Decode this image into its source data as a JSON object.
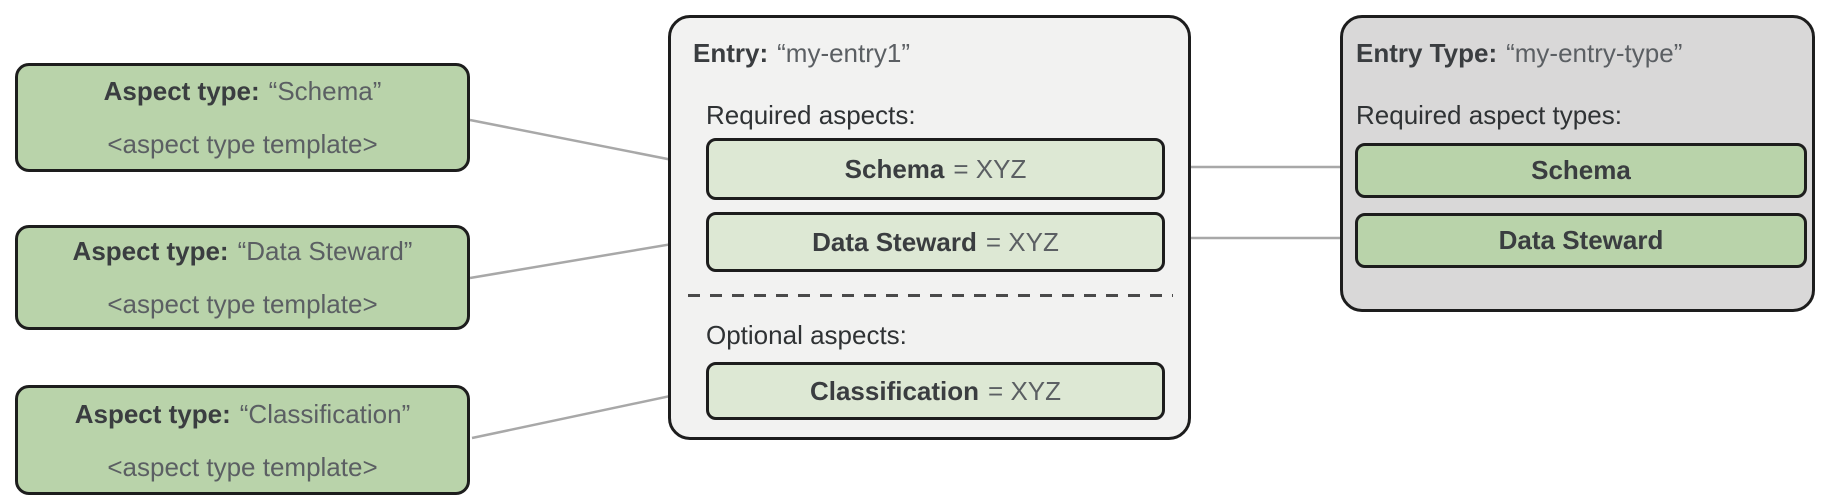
{
  "colors": {
    "aspect_green": "#b9d3aa",
    "aspect_green_light": "#dde8d4",
    "entry_panel_bg": "#f2f2f1",
    "entry_type_panel_bg": "#d9d8d8",
    "box_border": "#1d1d1d",
    "connector_line": "#a8a8a8",
    "text_dark": "#3a3d40",
    "text_light": "#5b5f63"
  },
  "aspect_types": [
    {
      "label": "Aspect type:",
      "name": "“Schema”",
      "template": "<aspect type template>"
    },
    {
      "label": "Aspect type:",
      "name": "“Data Steward”",
      "template": "<aspect type template>"
    },
    {
      "label": "Aspect type:",
      "name": "“Classification”",
      "template": "<aspect type template>"
    }
  ],
  "entry": {
    "label": "Entry:",
    "name": "“my-entry1”",
    "required_heading": "Required aspects:",
    "required_aspects": [
      {
        "name": "Schema",
        "value": "= XYZ"
      },
      {
        "name": "Data Steward",
        "value": "= XYZ"
      }
    ],
    "optional_heading": "Optional aspects:",
    "optional_aspects": [
      {
        "name": "Classification",
        "value": "= XYZ"
      }
    ]
  },
  "entry_type": {
    "label": "Entry Type:",
    "name": "“my-entry-type”",
    "required_heading": "Required aspect types:",
    "required_aspect_types": [
      "Schema",
      "Data Steward"
    ]
  }
}
